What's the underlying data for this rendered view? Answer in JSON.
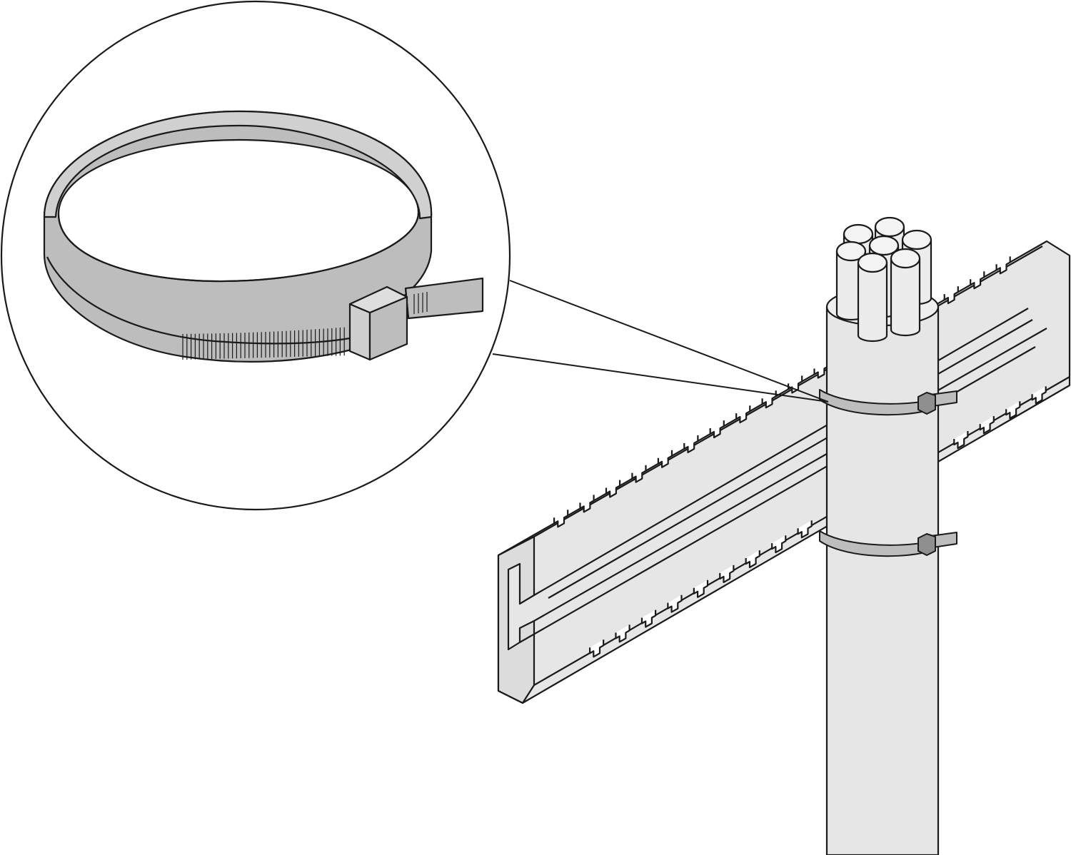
{
  "figure": {
    "colors": {
      "background": "#ffffff",
      "stroke": "#1a1a1a",
      "part_fill": "#e6e6e6",
      "tie_fill": "#bdbdbd",
      "tie_dark": "#8f8f8f"
    },
    "parts": {
      "magnifier": "detail-circle",
      "cable_tie": "cable-tie",
      "rail": "slotted-mounting-rail",
      "bundle": "cable-bundle"
    },
    "tie_count_on_bundle": 2,
    "bundle_cable_count": 7
  }
}
